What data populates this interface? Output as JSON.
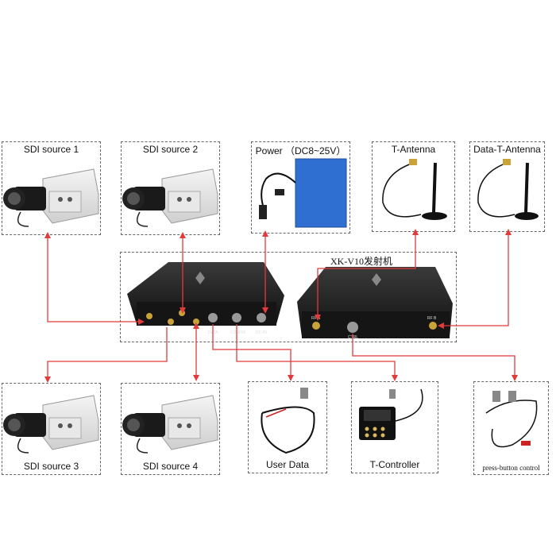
{
  "devices": {
    "sdi1": "SDI source 1",
    "sdi2": "SDI source 2",
    "power": "Power  （DC8~25V）",
    "t_antenna": "T-Antenna",
    "data_t_antenna": "Data-T-Antenna",
    "sdi3": "SDI source 3",
    "sdi4": "SDI source 4",
    "user_data": "User Data",
    "t_controller": "T-Controller",
    "press_button": "press-button control"
  },
  "main_unit": {
    "title": "XK-V10发射机",
    "ports": [
      "DATA",
      "CONFIG",
      "DC-IN",
      "RF A",
      "RF B",
      "CTRL"
    ]
  },
  "colors": {
    "arrow": "#e23b3b",
    "device_body": "#1c1c1c",
    "connector_gold": "#c9a23a",
    "power_pack": "#2f6fd1"
  }
}
